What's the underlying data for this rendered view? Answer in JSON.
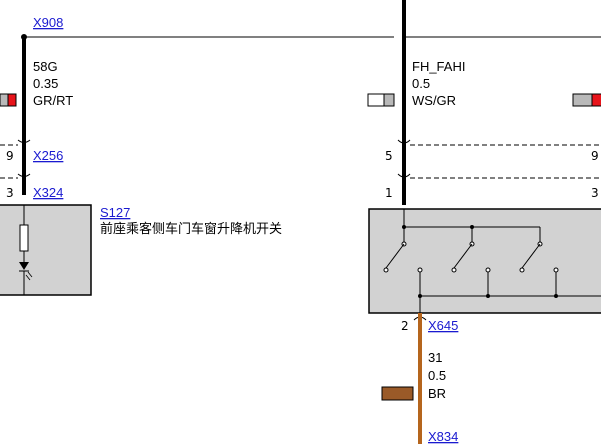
{
  "connectors": {
    "x908": "X908",
    "x256": "X256",
    "x324": "X324",
    "x645": "X645",
    "x834": "X834"
  },
  "component": {
    "id": "S127",
    "description": "前座乘客侧车门车窗升降机开关"
  },
  "left_wire": {
    "signal": "58G",
    "gauge": "0.35",
    "color_code": "GR/RT"
  },
  "right_wire": {
    "signal": "FH_FAHI",
    "gauge": "0.5",
    "color_code": "WS/GR"
  },
  "bottom_wire": {
    "signal": "31",
    "gauge": "0.5",
    "color_code": "BR"
  },
  "pins": {
    "left_x256": "9",
    "left_x324": "3",
    "right_x256": "5",
    "right_x324": "1",
    "far_right_x256": "9",
    "far_right_x324": "3",
    "bottom_x645": "2"
  },
  "colors": {
    "wire_black": "#000000",
    "wire_brown": "#b5651d",
    "swatch_brown": "#9a5a28",
    "swatch_red": "#e8141b",
    "swatch_grey": "#b9b9b9",
    "swatch_white": "#ffffff",
    "component_fill": "#d2d2d2",
    "link": "#1a1ad0"
  }
}
